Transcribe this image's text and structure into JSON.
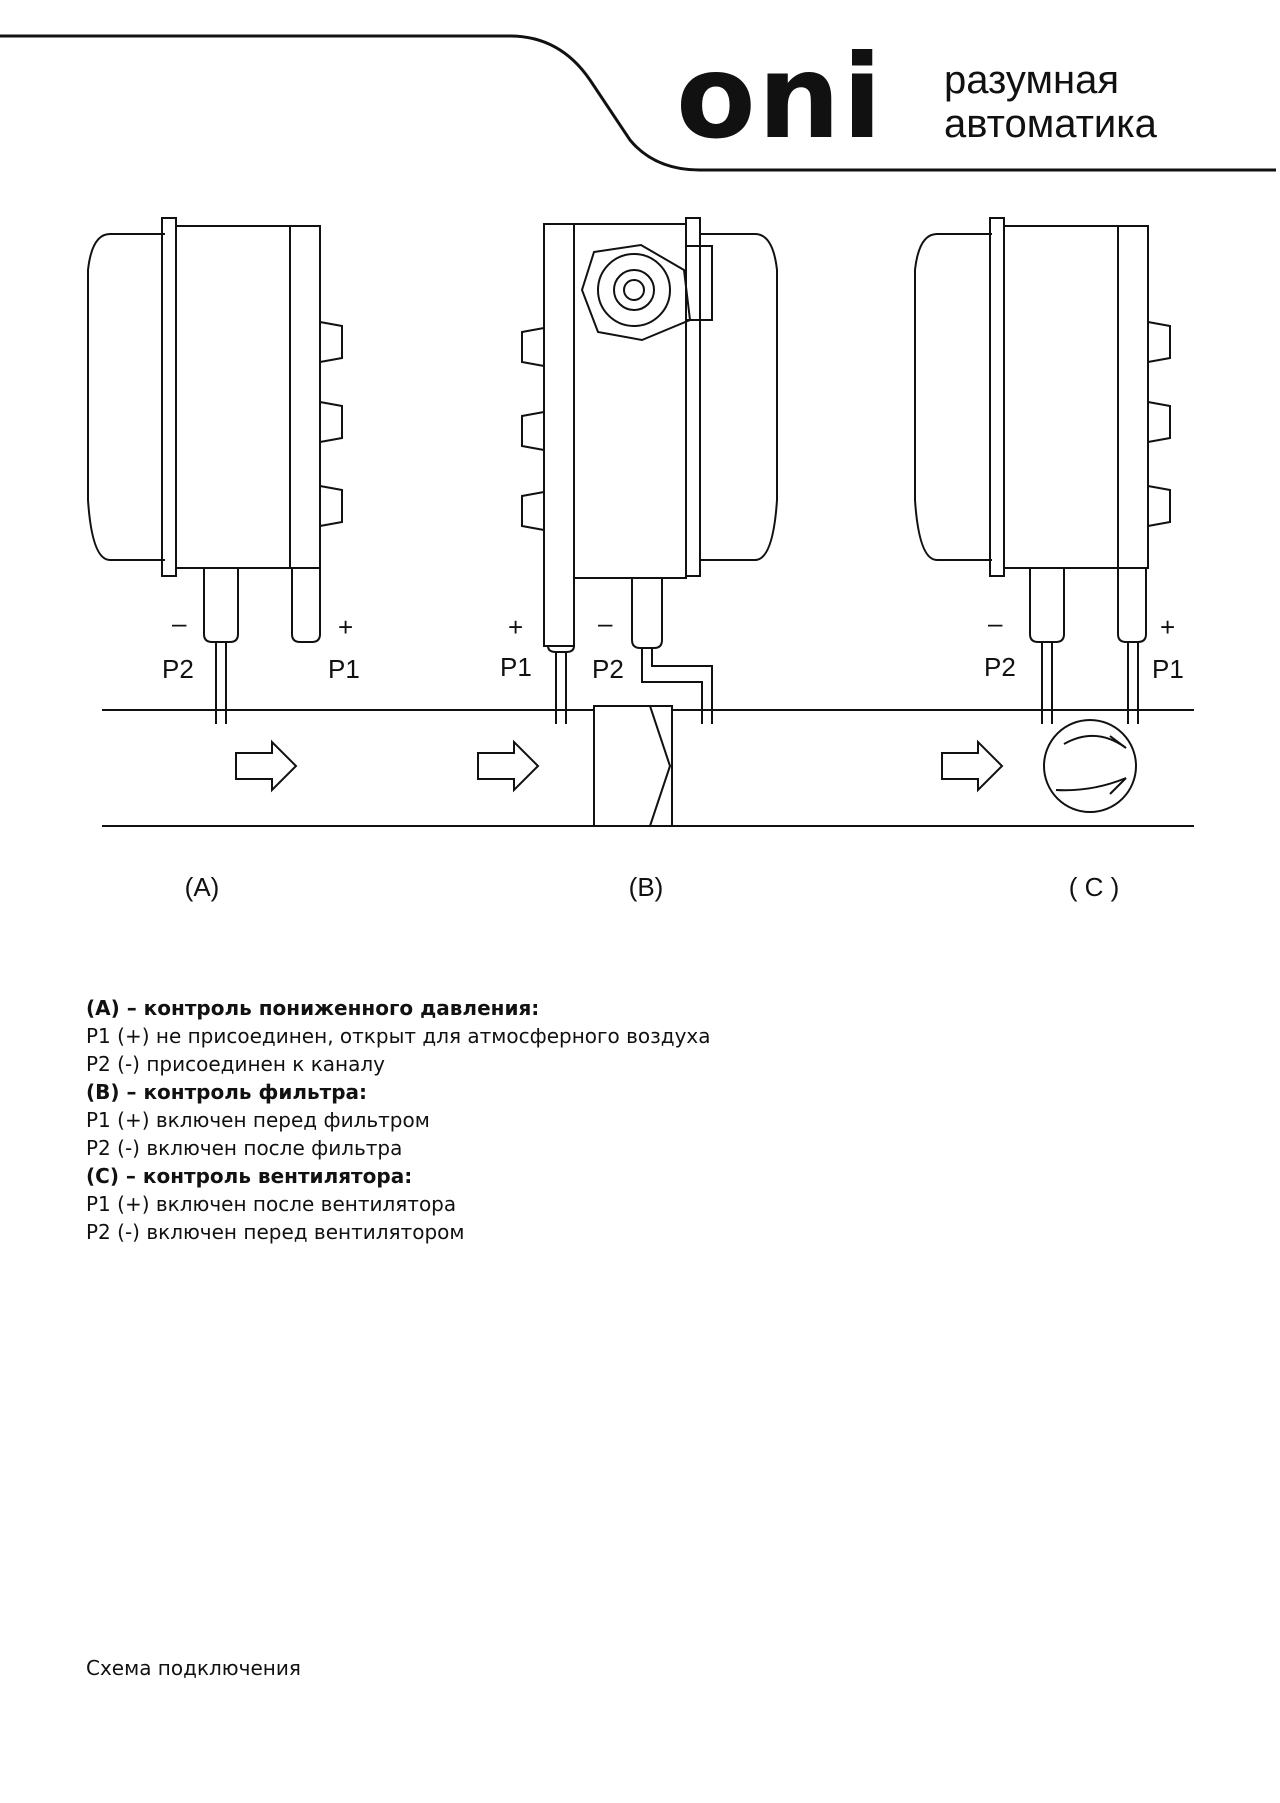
{
  "header": {
    "logo_text": "oni",
    "tagline_line1": "разумная",
    "tagline_line2": "автоматика"
  },
  "diagram": {
    "panels": [
      {
        "caption": "(A)",
        "minus_sign": "–",
        "plus_sign": "+",
        "port_left": "P2",
        "port_right": "P1"
      },
      {
        "caption": "(B)",
        "minus_sign": "–",
        "plus_sign": "+",
        "port_left": "P1",
        "port_right": "P2"
      },
      {
        "caption": "( C )",
        "minus_sign": "–",
        "plus_sign": "+",
        "port_left": "P2",
        "port_right": "P1"
      }
    ]
  },
  "description": {
    "lines": [
      {
        "text": "(A) – контроль пониженного давления:",
        "bold": true
      },
      {
        "text": "P1 (+) не присоединен, открыт для атмосферного воздуха",
        "bold": false
      },
      {
        "text": "P2 (-) присоединен к каналу",
        "bold": false
      },
      {
        "text": "(B) – контроль фильтра:",
        "bold": true
      },
      {
        "text": "P1 (+) включен перед фильтром",
        "bold": false
      },
      {
        "text": "P2 (-) включен после фильтра",
        "bold": false
      },
      {
        "text": "(C) – контроль вентилятора:",
        "bold": true
      },
      {
        "text": "P1 (+) включен после вентилятора",
        "bold": false
      },
      {
        "text": "P2 (-) включен перед вентилятором",
        "bold": false
      }
    ]
  },
  "footer": {
    "title": "Схема подключения"
  }
}
